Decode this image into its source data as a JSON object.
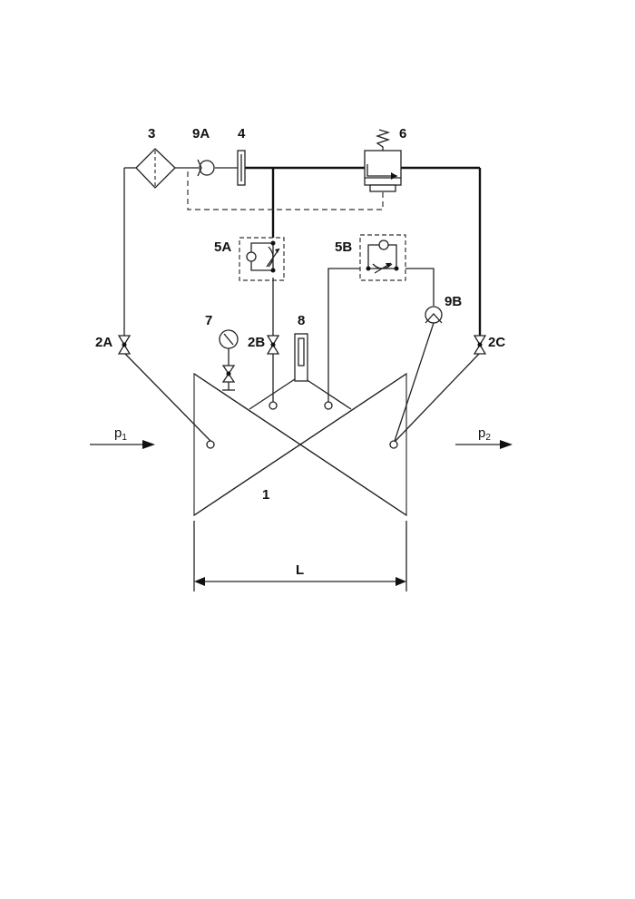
{
  "labels": {
    "filter": "3",
    "check_valve_a": "9A",
    "orifice": "4",
    "regulator": "6",
    "throttle_a": "5A",
    "throttle_b": "5B",
    "check_valve_b": "9B",
    "gauge": "7",
    "sight_glass": "8",
    "valve_a": "2A",
    "valve_b": "2B",
    "valve_c": "2C",
    "main_valve": "1",
    "length": "L"
  },
  "flow": {
    "inlet": "p",
    "inlet_sub": "1",
    "outlet": "p",
    "outlet_sub": "2"
  }
}
